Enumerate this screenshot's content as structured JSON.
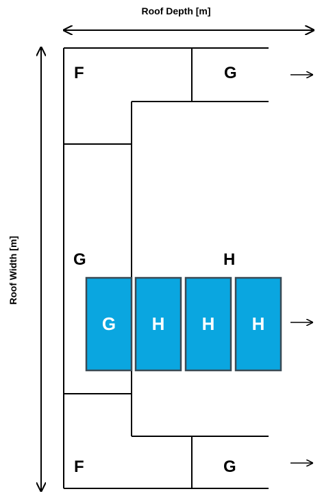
{
  "axes": {
    "depth_label": "Roof Depth [m]",
    "width_label": "Roof Width [m]"
  },
  "zones": {
    "top_left": "F",
    "top_right": "G",
    "middle_left": "G",
    "middle_right": "H",
    "bottom_left": "F",
    "bottom_right": "G"
  },
  "panels": [
    {
      "label": "G"
    },
    {
      "label": "H"
    },
    {
      "label": "H"
    },
    {
      "label": "H"
    }
  ],
  "colors": {
    "panel_fill": "#0aa6e0",
    "panel_stroke": "#3a4a55",
    "line": "#000000"
  }
}
